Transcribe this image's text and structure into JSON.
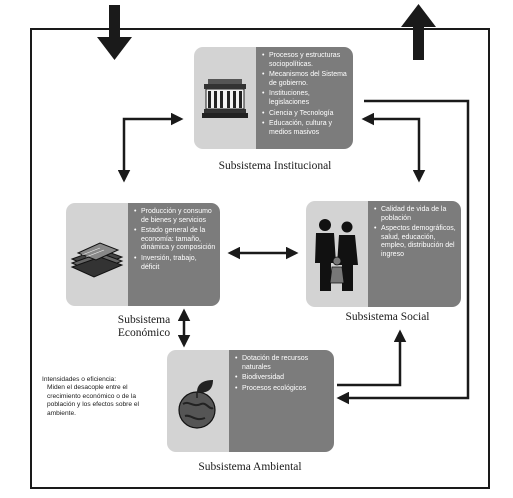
{
  "institucional": {
    "title": "Subsistema Institucional",
    "items": [
      "Procesos y estructuras sociopolíticas.",
      "Mecanismos del Sistema de gobierno.",
      "Instituciones, legislaciones",
      "Ciencia y Tecnología",
      "Educación, cultura y medios masivos"
    ],
    "icon": "government-building-icon"
  },
  "economico": {
    "title_line1": "Subsistema",
    "title_line2": "Económico",
    "items": [
      "Producción y consumo de bienes y servicios",
      "Estado general de la economía: tamaño, dinámica y composición",
      "Inversión, trabajo, déficit"
    ],
    "icon": "money-stack-icon"
  },
  "social": {
    "title": "Subsistema Social",
    "items": [
      "Calidad de vida de la población",
      "Aspectos demográficos, salud, educación, empleo, distribución del ingreso"
    ],
    "icon": "family-icon"
  },
  "ambiental": {
    "title": "Subsistema Ambiental",
    "items": [
      "Dotación de recursos naturales",
      "Biodiversidad",
      "Procesos ecológicos"
    ],
    "icon": "globe-leaf-icon"
  },
  "note": {
    "heading": "Intensidades o eficiencia:",
    "body": "Miden el desacople entre el crecimiento económico o de la población y los efectos sobre el ambiente."
  },
  "colors": {
    "card_light": "#d3d3d3",
    "card_dark": "#7c7c7c",
    "line": "#1a1a1a"
  }
}
